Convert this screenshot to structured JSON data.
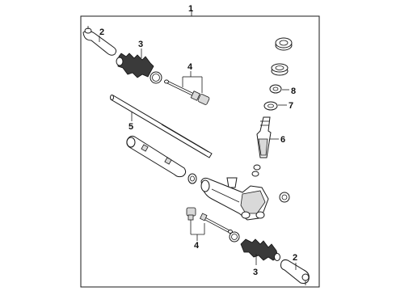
{
  "callouts": {
    "c1": "1",
    "c2_top": "2",
    "c3_top": "3",
    "c4_top": "4",
    "c5": "5",
    "c6": "6",
    "c7": "7",
    "c8": "8",
    "c4_bottom": "4",
    "c3_bottom": "3",
    "c2_bottom": "2"
  }
}
